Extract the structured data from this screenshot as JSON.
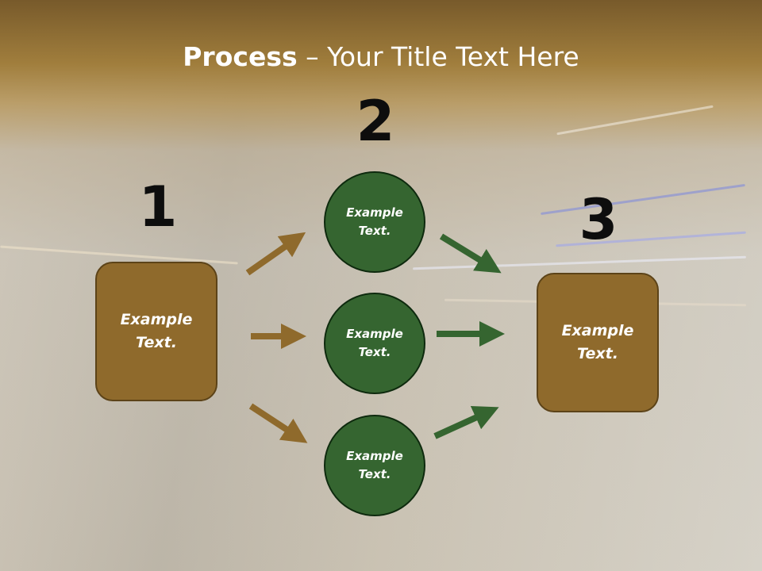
{
  "title": {
    "bold": "Process",
    "rest": " – Your Title Text Here"
  },
  "steps": [
    {
      "number": "1",
      "box_text": "Example\nText."
    },
    {
      "number": "2",
      "circles": [
        "Example\nText.",
        "Example\nText.",
        "Example\nText."
      ]
    },
    {
      "number": "3",
      "box_text": "Example\nText."
    }
  ],
  "colors": {
    "box_fill": "#8f6a2c",
    "circle_fill": "#356530",
    "arrow_brown": "#8f6a2c",
    "arrow_green": "#356530"
  }
}
